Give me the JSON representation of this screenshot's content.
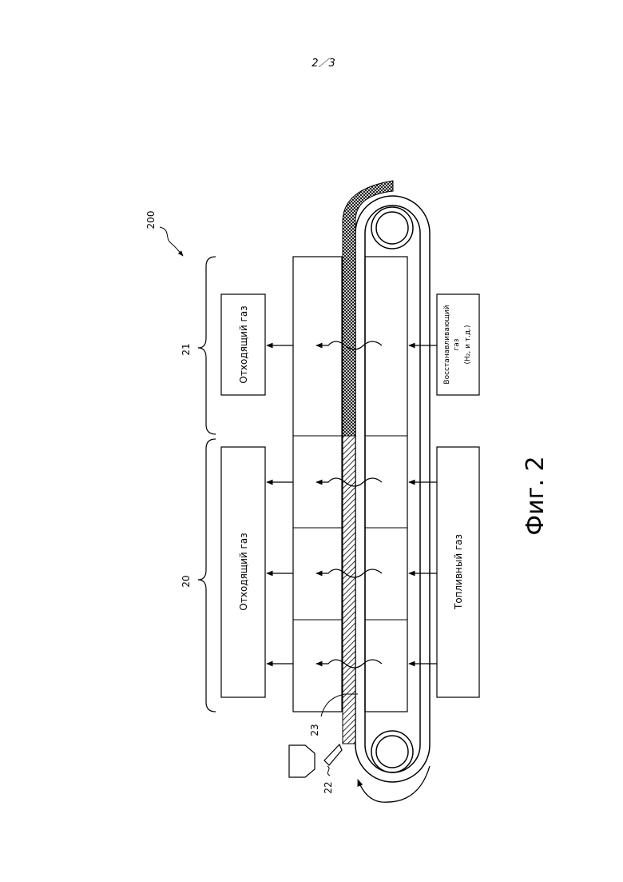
{
  "page_number": "2／3",
  "figure_caption": "Фиг. 2",
  "reference_numerals": {
    "apparatus": "200",
    "section_20": "20",
    "section_21": "21",
    "feeder": "22",
    "bed_layer": "23"
  },
  "labels": {
    "offgas_20": "Отходящий газ",
    "offgas_21": "Отходящий газ",
    "fuel_gas": "Топливный газ",
    "reducing_gas_line1": "Восстанавливающий",
    "reducing_gas_line2": "газ",
    "reducing_gas_line3": "(H₂,  и т.д.)"
  },
  "colors": {
    "ink": "#000000",
    "paper": "#ffffff"
  }
}
